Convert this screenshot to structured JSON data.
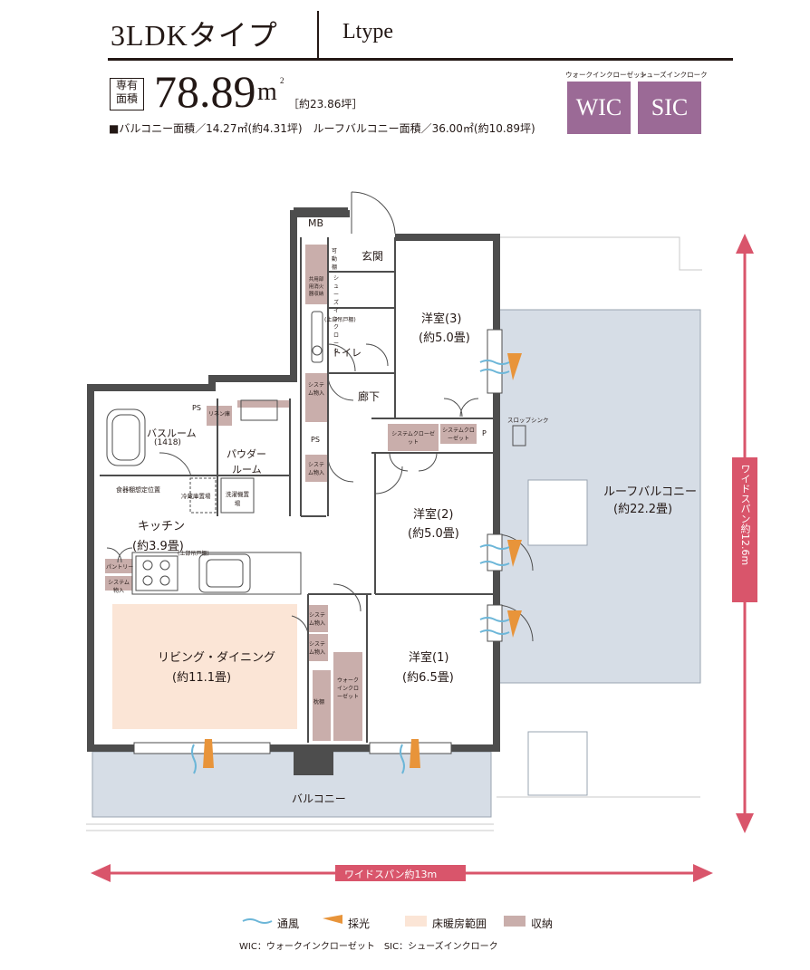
{
  "header": {
    "title": "3LDKタイプ",
    "subtype": "Ltype",
    "area_box": [
      "専有",
      "面積"
    ],
    "area_value": "78.89",
    "area_unit": "m",
    "area_unit_sup": "2",
    "area_tsubo": "［約23.86坪］",
    "balcony_line": "■バルコニー面積／14.27㎡(約4.31坪)　ルーフバルコニー面積／36.00㎡(約10.89坪)"
  },
  "badges": [
    {
      "caption": "ウォークインクローゼット",
      "label": "WIC"
    },
    {
      "caption": "シューズインクローク",
      "label": "SIC"
    }
  ],
  "colors": {
    "wall": "#4d4d4d",
    "storage": "#c9aeab",
    "floor_heating": "#fbe5d6",
    "balcony": "#d6dde6",
    "accent": "#d9556b",
    "badge": "#9b6a96",
    "light": "#e8943a",
    "wind": "#6cb6d8"
  },
  "plan": {
    "rooms": {
      "mb": "MB",
      "genkan": "玄関",
      "yoshitsu3": "洋室(3)",
      "yoshitsu3_size": "(約5.0畳)",
      "yoshitsu2": "洋室(2)",
      "yoshitsu2_size": "(約5.0畳)",
      "yoshitsu1": "洋室(1)",
      "yoshitsu1_size": "(約6.5畳)",
      "roof_balcony": "ルーフバルコニー",
      "roof_balcony_size": "(約22.2畳)",
      "toilet": "トイレ",
      "rouka": "廊下",
      "bathroom": "バスルーム",
      "bathroom_size": "(1418)",
      "powder": "パウダー",
      "powder2": "ルーム",
      "kitchen": "キッチン",
      "kitchen_size": "(約3.9畳)",
      "living": "リビング・ダイニング",
      "living_size": "(約11.1畳)",
      "balcony": "バルコニー"
    },
    "small_labels": {
      "ps1": "PS",
      "ps2": "PS",
      "p": "P",
      "linen": "リネン庫",
      "dish_shelf": "食器棚想定位置",
      "fridge": "冷蔵庫置場",
      "washer": "洗濯機置場",
      "upper_cabinet_kitchen": "(上部吊戸棚)",
      "upper_cabinet_toilet": "(上部吊戸棚)",
      "pantry": "パントリー",
      "slop_sink": "スロップシンク",
      "system_closet_a": "システムクローゼット",
      "system_closet_b": "システムクローゼット",
      "system_storage": "システム物入",
      "kakedoko": "可動棚",
      "shoes_in": "シューズインクローク",
      "tana": "枕棚",
      "walk_in": "ウォークインクローゼット",
      "kyoyo": "共用部用消火器収納"
    },
    "dim_horizontal": "ワイドスパン約13m",
    "dim_vertical": "ワイドスパン約12.6m"
  },
  "legend": {
    "wind": "通風",
    "light": "採光",
    "floor_heating": "床暖房範囲",
    "storage": "収納"
  },
  "footnote": "WIC：ウォークインクローゼット　SIC：シューズインクローク"
}
